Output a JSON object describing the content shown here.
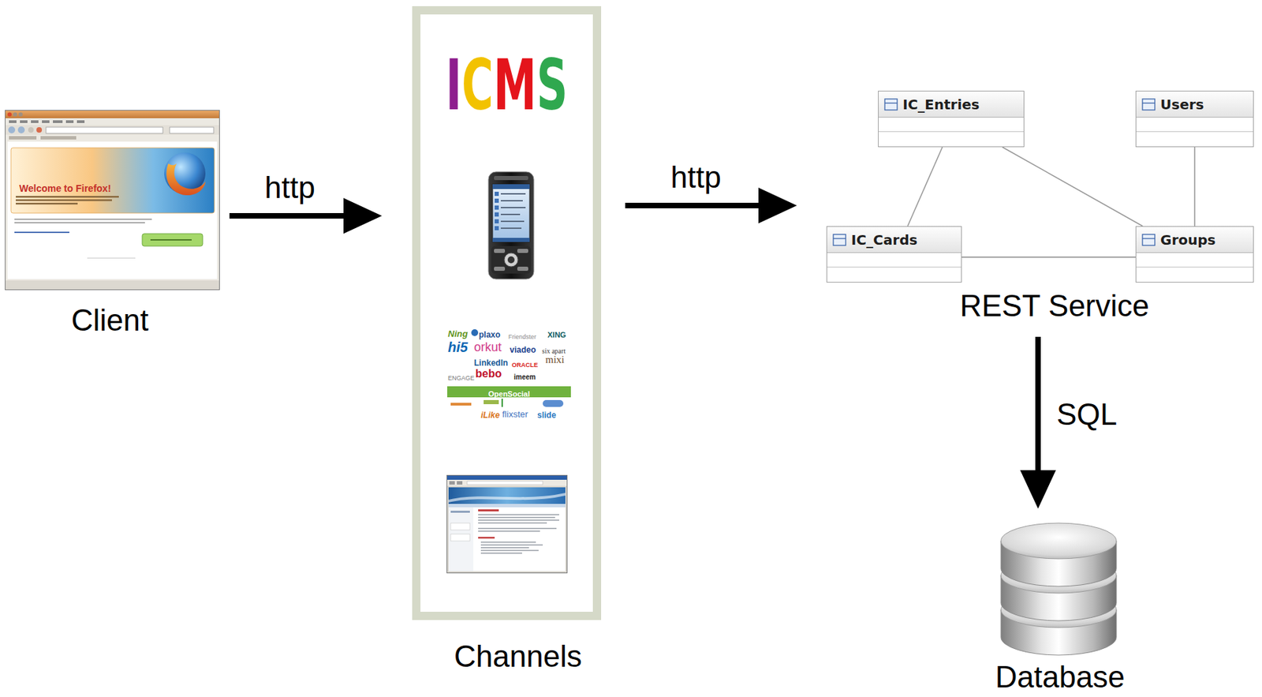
{
  "diagram": {
    "nodes": [
      {
        "text": [
          "Client"
        ]
      },
      {
        "text": [
          "ICMS",
          "Channels"
        ]
      },
      {
        "text": [
          "REST Service"
        ]
      },
      {
        "text": [
          "IC_Entries"
        ],
        "in": 2
      },
      {
        "text": [
          "Users"
        ],
        "in": 2
      },
      {
        "text": [
          "IC_Cards"
        ],
        "in": 2
      },
      {
        "text": [
          "Groups"
        ],
        "in": 2
      },
      {
        "text": [
          "Database"
        ]
      }
    ],
    "edges": [
      {
        "from": 0,
        "to": 1,
        "label": "http",
        "arrow": "to"
      },
      {
        "from": 1,
        "to": 2,
        "label": "http",
        "arrow": "to"
      },
      {
        "from": 2,
        "to": 7,
        "label": "SQL",
        "arrow": "to"
      },
      {
        "from": 3,
        "to": 5,
        "arrow": "none"
      },
      {
        "from": 3,
        "to": 6,
        "arrow": "none"
      },
      {
        "from": 4,
        "to": 6,
        "arrow": "none"
      },
      {
        "from": 5,
        "to": 6,
        "arrow": "none"
      }
    ],
    "labels": [
      "Welcome to Firefox!",
      "Ning",
      "plaxo",
      "Friendster",
      "XING",
      "hi5",
      "orkut",
      "viadeo",
      "six apart",
      "LinkedIn",
      "ORACLE",
      "mixi",
      "ENGAGE",
      "bebo",
      "imeem",
      "OpenSocial",
      "iLike",
      "flixster",
      "slide"
    ]
  }
}
